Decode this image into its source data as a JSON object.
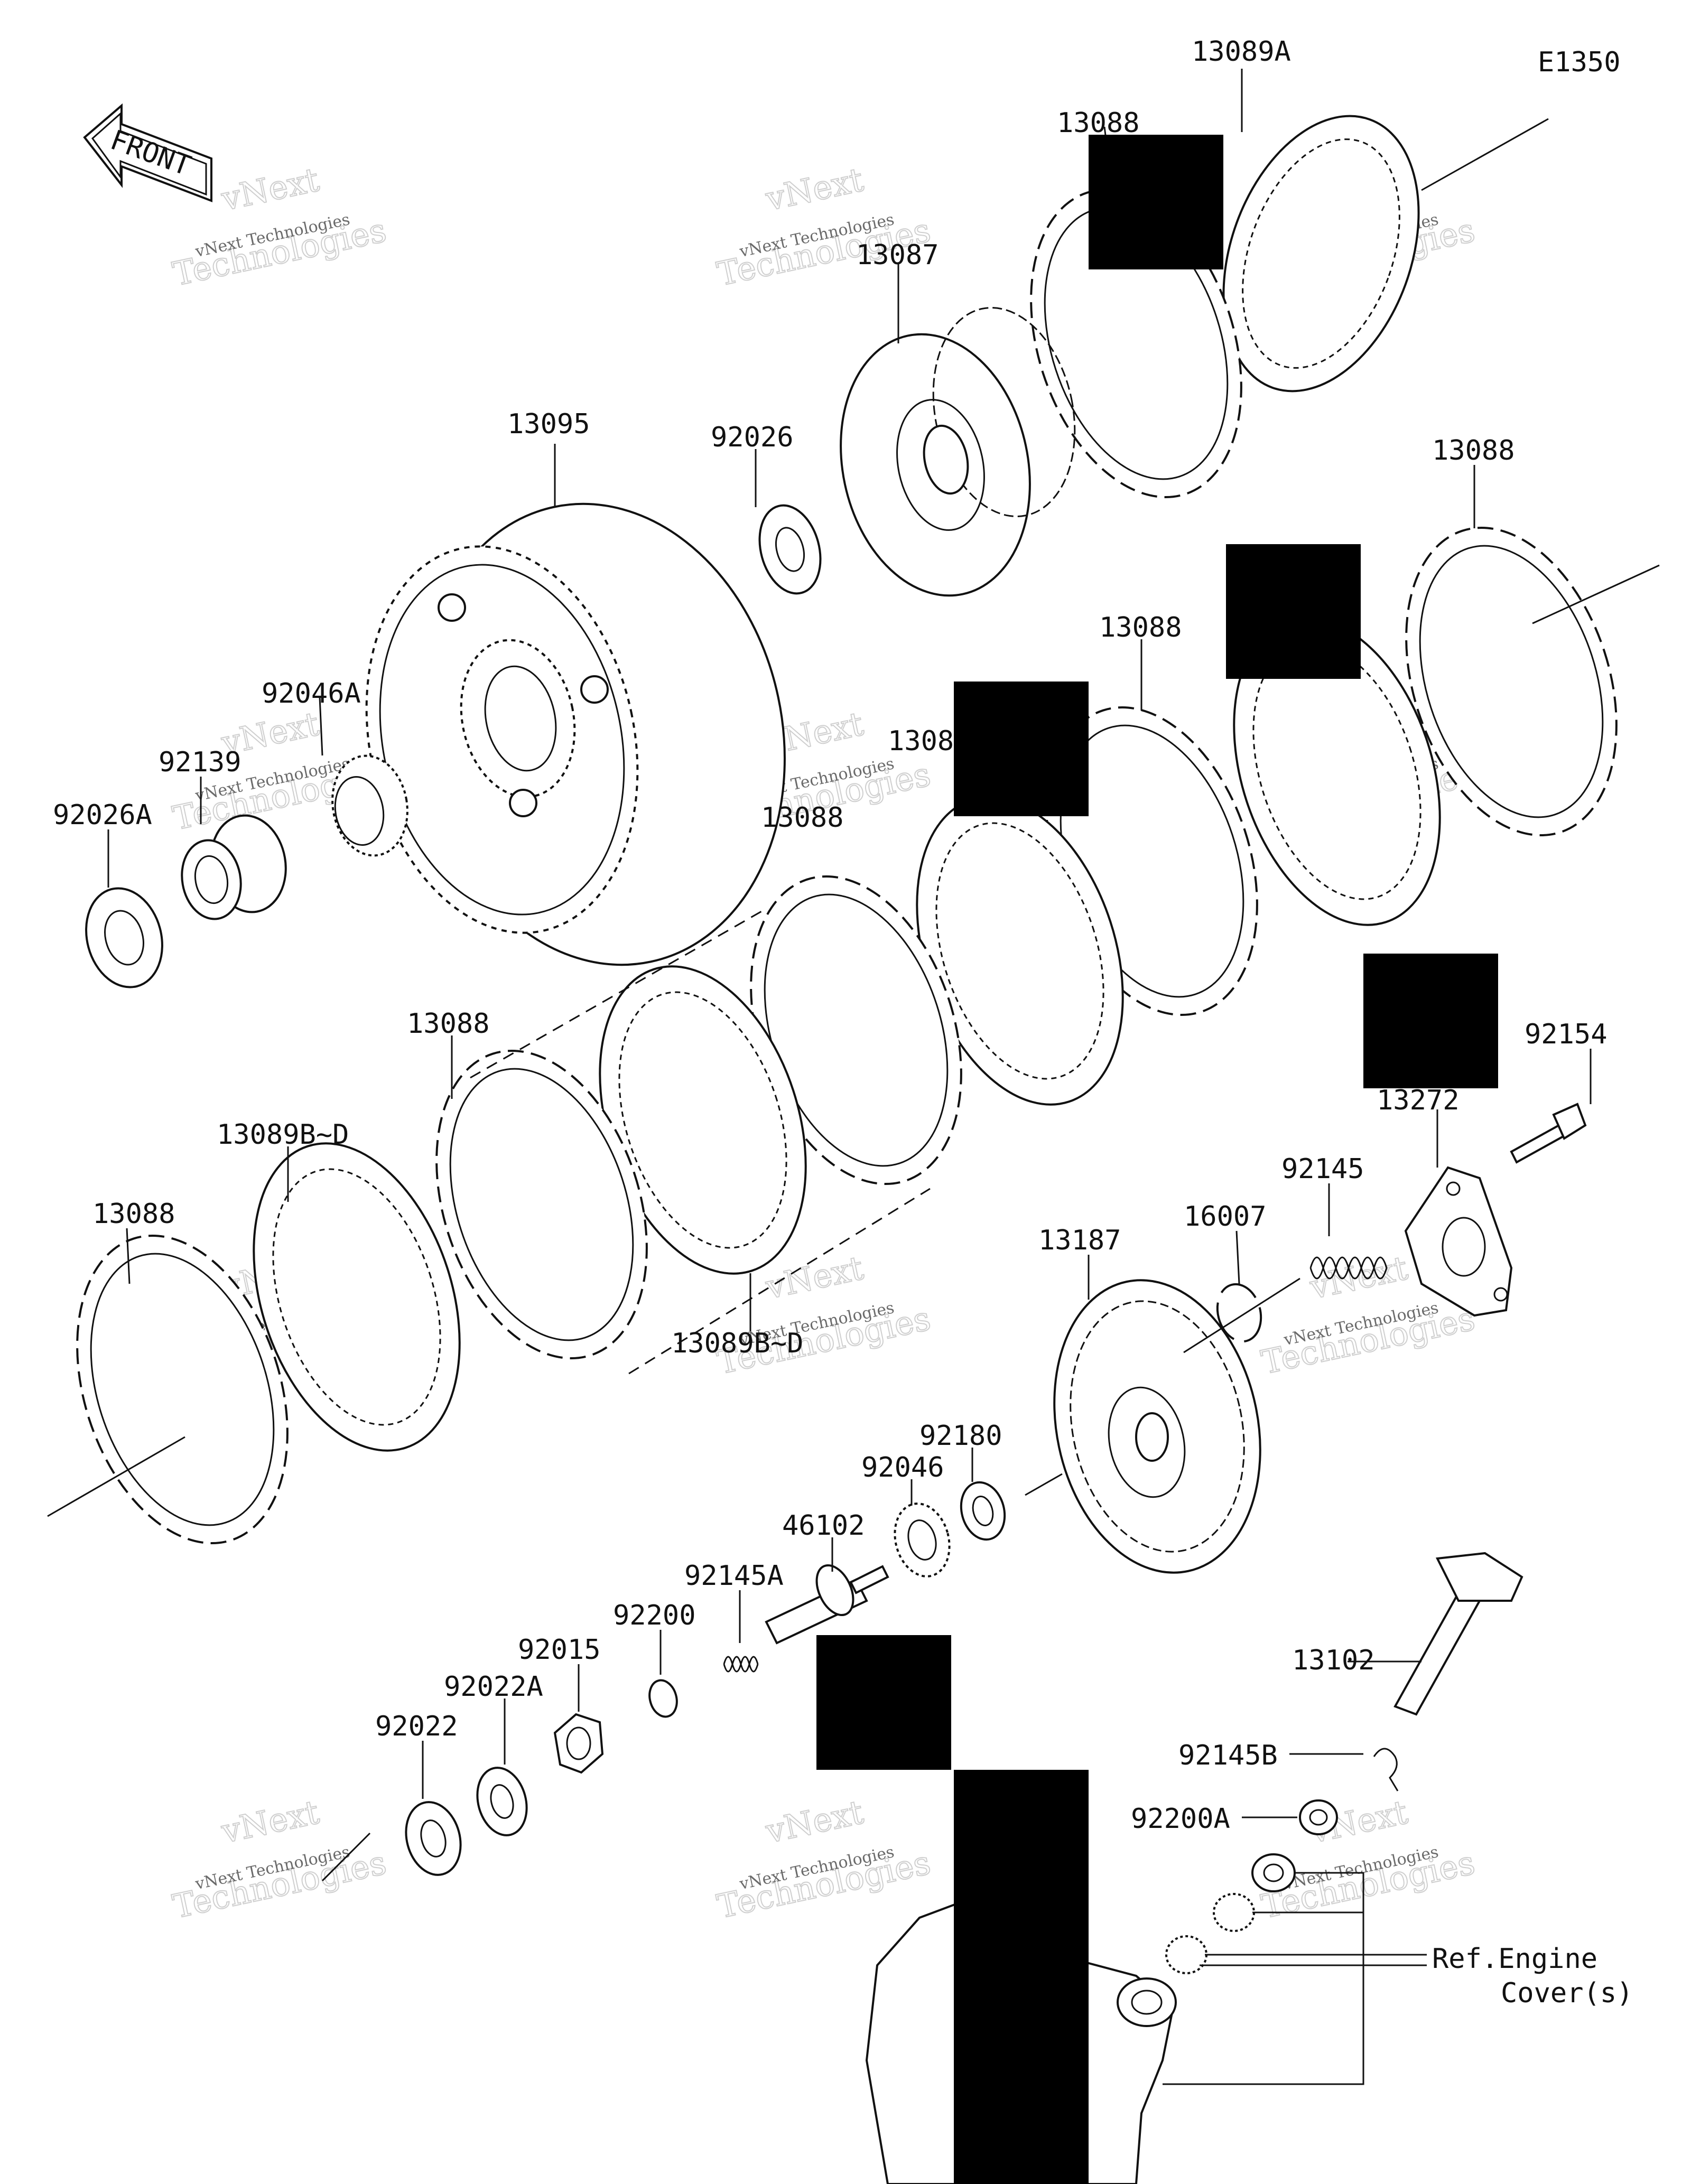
{
  "diagram": {
    "code": "E1350",
    "front_label": "FRONT",
    "part_labels": [
      {
        "id": "p13089A",
        "text": "13089A"
      },
      {
        "id": "p13088a",
        "text": "13088"
      },
      {
        "id": "p13087",
        "text": "13087"
      },
      {
        "id": "p13095",
        "text": "13095"
      },
      {
        "id": "p92026",
        "text": "92026"
      },
      {
        "id": "p13088b",
        "text": "13088"
      },
      {
        "id": "p13088c",
        "text": "13088"
      },
      {
        "id": "p1308x",
        "text": "1308"
      },
      {
        "id": "p92046A",
        "text": "92046A"
      },
      {
        "id": "p92139",
        "text": "92139"
      },
      {
        "id": "p92026A",
        "text": "92026A"
      },
      {
        "id": "p13088d",
        "text": "13088"
      },
      {
        "id": "p13088e",
        "text": "13088"
      },
      {
        "id": "p13089BD1",
        "text": "13089B~D"
      },
      {
        "id": "p13088f",
        "text": "13088"
      },
      {
        "id": "p13089BD2",
        "text": "13089B~D"
      },
      {
        "id": "p13272",
        "text": "13272"
      },
      {
        "id": "p92154",
        "text": "92154"
      },
      {
        "id": "p92145",
        "text": "92145"
      },
      {
        "id": "p16007",
        "text": "16007"
      },
      {
        "id": "p13187",
        "text": "13187"
      },
      {
        "id": "p92180",
        "text": "92180"
      },
      {
        "id": "p92046",
        "text": "92046"
      },
      {
        "id": "p46102",
        "text": "46102"
      },
      {
        "id": "p92145A",
        "text": "92145A"
      },
      {
        "id": "p92200",
        "text": "92200"
      },
      {
        "id": "p92015",
        "text": "92015"
      },
      {
        "id": "p92022A",
        "text": "92022A"
      },
      {
        "id": "p92022",
        "text": "92022"
      },
      {
        "id": "p13102",
        "text": "13102"
      },
      {
        "id": "p92145B",
        "text": "92145B"
      },
      {
        "id": "p92200A",
        "text": "92200A"
      }
    ],
    "reference_note": {
      "line1": "Ref.Engine",
      "line2": "Cover(s)"
    },
    "watermark": {
      "small": "vNext Technologies",
      "big": "Technologies",
      "top": "vNext"
    }
  }
}
